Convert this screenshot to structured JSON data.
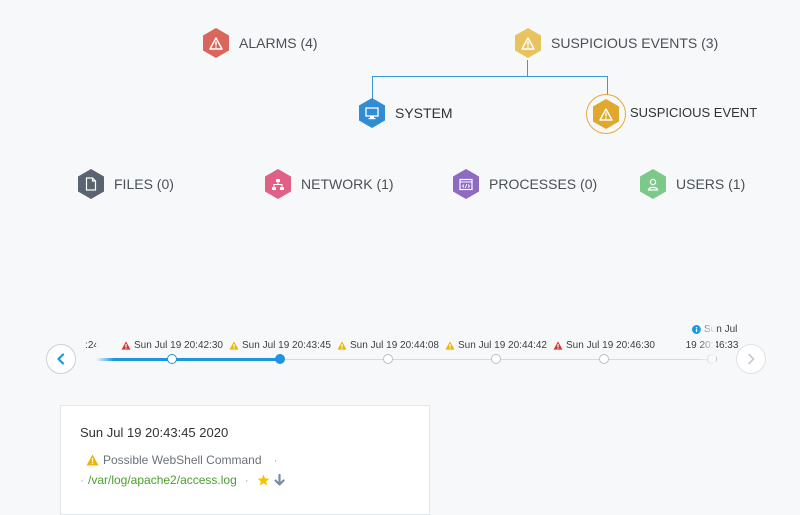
{
  "graph": {
    "alarms": {
      "label": "ALARMS (4)",
      "icon": "warning-icon",
      "color": "#d9675b"
    },
    "suspicious_events": {
      "label": "SUSPICIOUS EVENTS (3)",
      "icon": "warning-icon",
      "color": "#e8c35f"
    },
    "system": {
      "label": "SYSTEM",
      "icon": "monitor-icon",
      "color": "#2f8dd6"
    },
    "suspicious_event": {
      "label": "SUSPICIOUS EVENT",
      "icon": "warning-icon",
      "color": "#e0a82e"
    },
    "files": {
      "label": "FILES (0)",
      "icon": "file-icon",
      "color": "#5a6470"
    },
    "network": {
      "label": "NETWORK (1)",
      "icon": "network-icon",
      "color": "#e06185"
    },
    "processes": {
      "label": "PROCESSES (0)",
      "icon": "code-window-icon",
      "color": "#8e6bc0"
    },
    "users": {
      "label": "USERS (1)",
      "icon": "user-icon",
      "color": "#7ec98a"
    }
  },
  "timeline": {
    "items": [
      {
        "label": ":24",
        "severity": "none",
        "state": "passed"
      },
      {
        "label": "Sun Jul 19 20:42:30",
        "severity": "alarm",
        "state": "passed"
      },
      {
        "label": "Sun Jul 19 20:43:45",
        "severity": "warning",
        "state": "active"
      },
      {
        "label": "Sun Jul 19 20:44:08",
        "severity": "warning",
        "state": "future"
      },
      {
        "label": "Sun Jul 19 20:44:42",
        "severity": "warning",
        "state": "future"
      },
      {
        "label": "Sun Jul 19 20:46:30",
        "severity": "alarm",
        "state": "future"
      },
      {
        "label": "19 20:46:33",
        "top_label": "Sun Jul",
        "severity": "info",
        "state": "future"
      }
    ],
    "colors": {
      "alarm": "#d93a2f",
      "warning": "#f0b400",
      "info": "#1d95e0",
      "progress": "#1d95e0"
    }
  },
  "detail": {
    "date": "Sun Jul 19 20:43:45 2020",
    "event_name": "Possible WebShell Command",
    "path": "/var/log/apache2/access.log",
    "separator": "·"
  }
}
